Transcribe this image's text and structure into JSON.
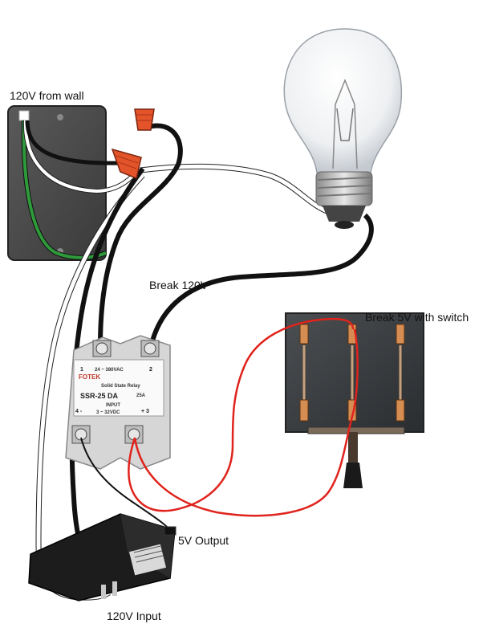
{
  "labels": {
    "wall": "120V from wall",
    "break120": "Break 120V",
    "break5": "Break 5V with switch",
    "output5": "5V Output",
    "input120": "120V Input"
  },
  "relay": {
    "brand": "FOTEK",
    "spec_ac": "24 ~ 380VAC",
    "subtitle": "Solid State Relay",
    "model": "SSR-25 DA",
    "amps": "25A",
    "input": "INPUT",
    "spec_dc": "3 ~ 32VDC",
    "t1": "1",
    "t2": "2",
    "t3": "+ 3",
    "t4": "4 -"
  },
  "colors": {
    "wire_black": "#111111",
    "wire_white": "#ffffff",
    "wire_green": "#2e9a3a",
    "wire_red": "#e0231c",
    "wire_nut": "#e4542a"
  }
}
